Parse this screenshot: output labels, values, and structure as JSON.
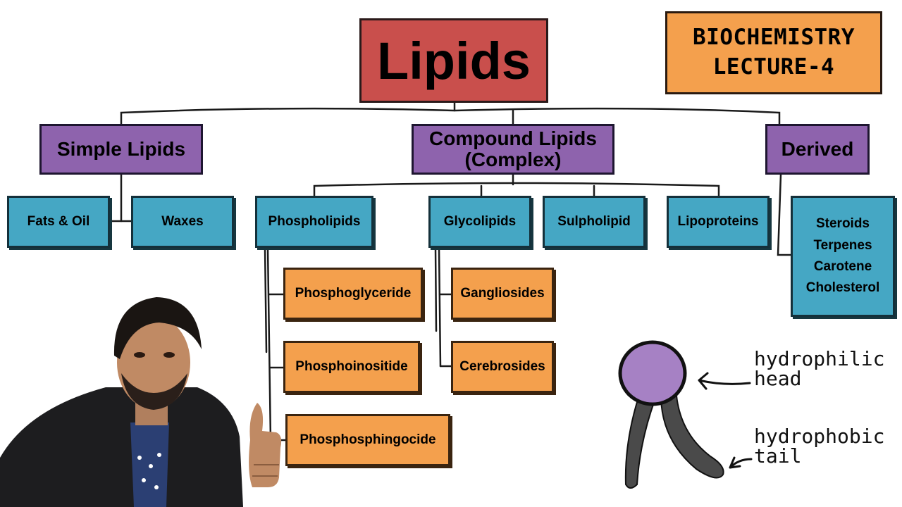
{
  "header": {
    "title_line1": "BIOCHEMISTRY",
    "title_line2": "LECTURE-4"
  },
  "root": {
    "label": "Lipids"
  },
  "categories": {
    "simple": "Simple Lipids",
    "compound_line1": "Compound Lipids",
    "compound_line2": "(Complex)",
    "derived": "Derived"
  },
  "simple_items": [
    "Fats & Oil",
    "Waxes"
  ],
  "compound_items": [
    "Phospholipids",
    "Glycolipids",
    "Sulpholipid",
    "Lipoproteins"
  ],
  "phospholipid_types": [
    "Phosphoglyceride",
    "Phosphoinositide",
    "Phosphosphingocide"
  ],
  "glycolipid_types": [
    "Gangliosides",
    "Cerebrosides"
  ],
  "derived_items": [
    "Steroids",
    "Terpenes",
    "Carotene",
    "Cholesterol"
  ],
  "molecule": {
    "head_line1": "hydrophilic",
    "head_line2": "head",
    "tail_line1": "hydrophobic",
    "tail_line2": "tail",
    "colors": {
      "head": "#a681c4",
      "tail": "#4a4a4a"
    }
  },
  "colors": {
    "root": "#c94f4c",
    "category": "#8e63ad",
    "item": "#45a7c4",
    "subitem": "#f4a04d",
    "title": "#f4a04d"
  }
}
